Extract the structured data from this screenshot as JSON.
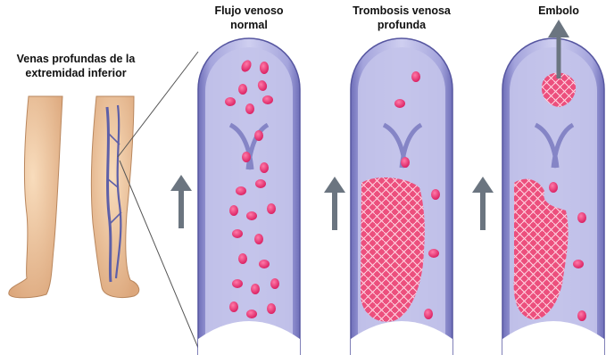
{
  "labels": {
    "legs_line1": "Venas profundas de la",
    "legs_line2": "extremidad inferior",
    "normal_line1": "Flujo venoso",
    "normal_line2": "normal",
    "dvt_line1": "Trombosis venosa",
    "dvt_line2": "profunda",
    "embolus": "Embolo"
  },
  "colors": {
    "vein_wall": "#8f8fd0",
    "vein_dark": "#6a6ab4",
    "vein_inner": "#b9b9e6",
    "blood_cell": "#e6286a",
    "clot": "#ee5a84",
    "arrow": "#6b7580",
    "skin": "#efc9a2"
  },
  "icons": [
    "flow-arrow-icon",
    "embolus-arrow-icon"
  ]
}
